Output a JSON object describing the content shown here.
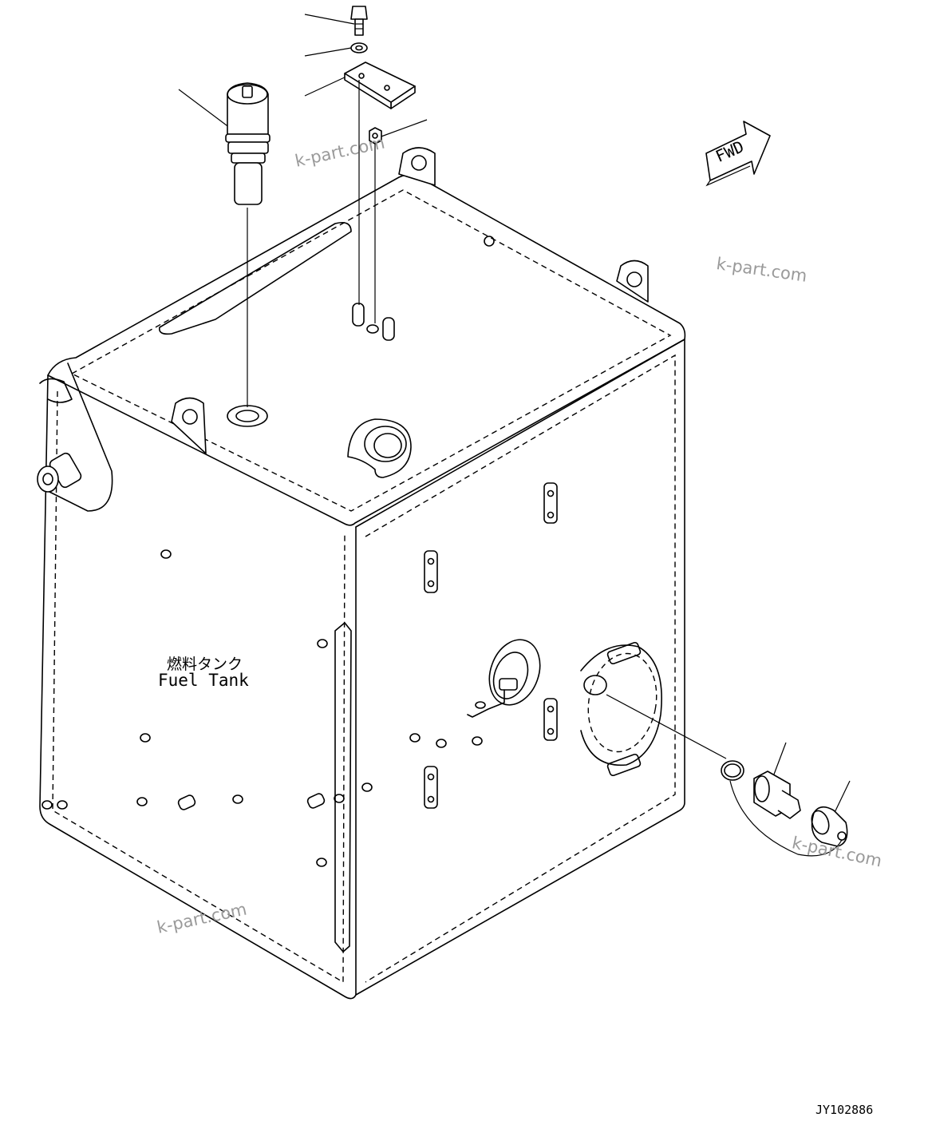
{
  "diagram": {
    "tank_label_jp": "燃料タンク",
    "tank_label_en": "Fuel Tank",
    "direction_label": "FWD",
    "drawing_code": "JY102886",
    "watermark": "k-part.com"
  },
  "icons": {
    "direction": "fwd-arrow-icon"
  }
}
